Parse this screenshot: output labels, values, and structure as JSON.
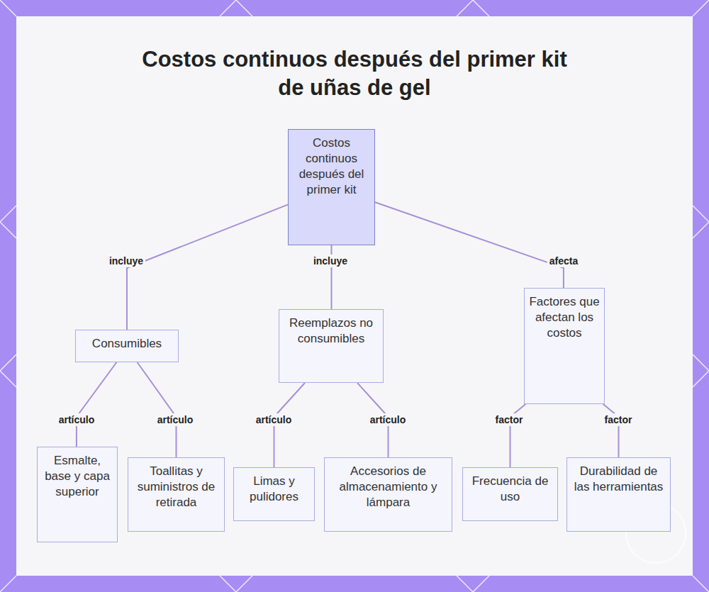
{
  "diagram": {
    "title": "Costos continuos después del primer kit de uñas de gel",
    "nodes": [
      {
        "text": [
          "Costos continuos después del primer kit"
        ]
      },
      {
        "text": [
          "Consumibles"
        ]
      },
      {
        "text": [
          "Reemplazos no consumibles"
        ]
      },
      {
        "text": [
          "Factores que afectan los costos"
        ]
      },
      {
        "text": [
          "Esmalte, base y capa superior"
        ]
      },
      {
        "text": [
          "Toallitas y suministros de retirada"
        ]
      },
      {
        "text": [
          "Limas y pulidores"
        ]
      },
      {
        "text": [
          "Accesorios de almacenamiento y lámpara"
        ]
      },
      {
        "text": [
          "Frecuencia de uso"
        ]
      },
      {
        "text": [
          "Durabilidad de las herramientas"
        ]
      }
    ],
    "edges": [
      {
        "from": 0,
        "to": 1,
        "label": "incluye",
        "arrow": "none"
      },
      {
        "from": 0,
        "to": 2,
        "label": "incluye",
        "arrow": "none"
      },
      {
        "from": 0,
        "to": 3,
        "label": "afecta",
        "arrow": "none"
      },
      {
        "from": 1,
        "to": 4,
        "label": "artículo",
        "arrow": "none"
      },
      {
        "from": 1,
        "to": 5,
        "label": "artículo",
        "arrow": "none"
      },
      {
        "from": 2,
        "to": 6,
        "label": "artículo",
        "arrow": "none"
      },
      {
        "from": 2,
        "to": 7,
        "label": "artículo",
        "arrow": "none"
      },
      {
        "from": 3,
        "to": 8,
        "label": "factor",
        "arrow": "none"
      },
      {
        "from": 3,
        "to": 9,
        "label": "factor",
        "arrow": "none"
      }
    ]
  }
}
